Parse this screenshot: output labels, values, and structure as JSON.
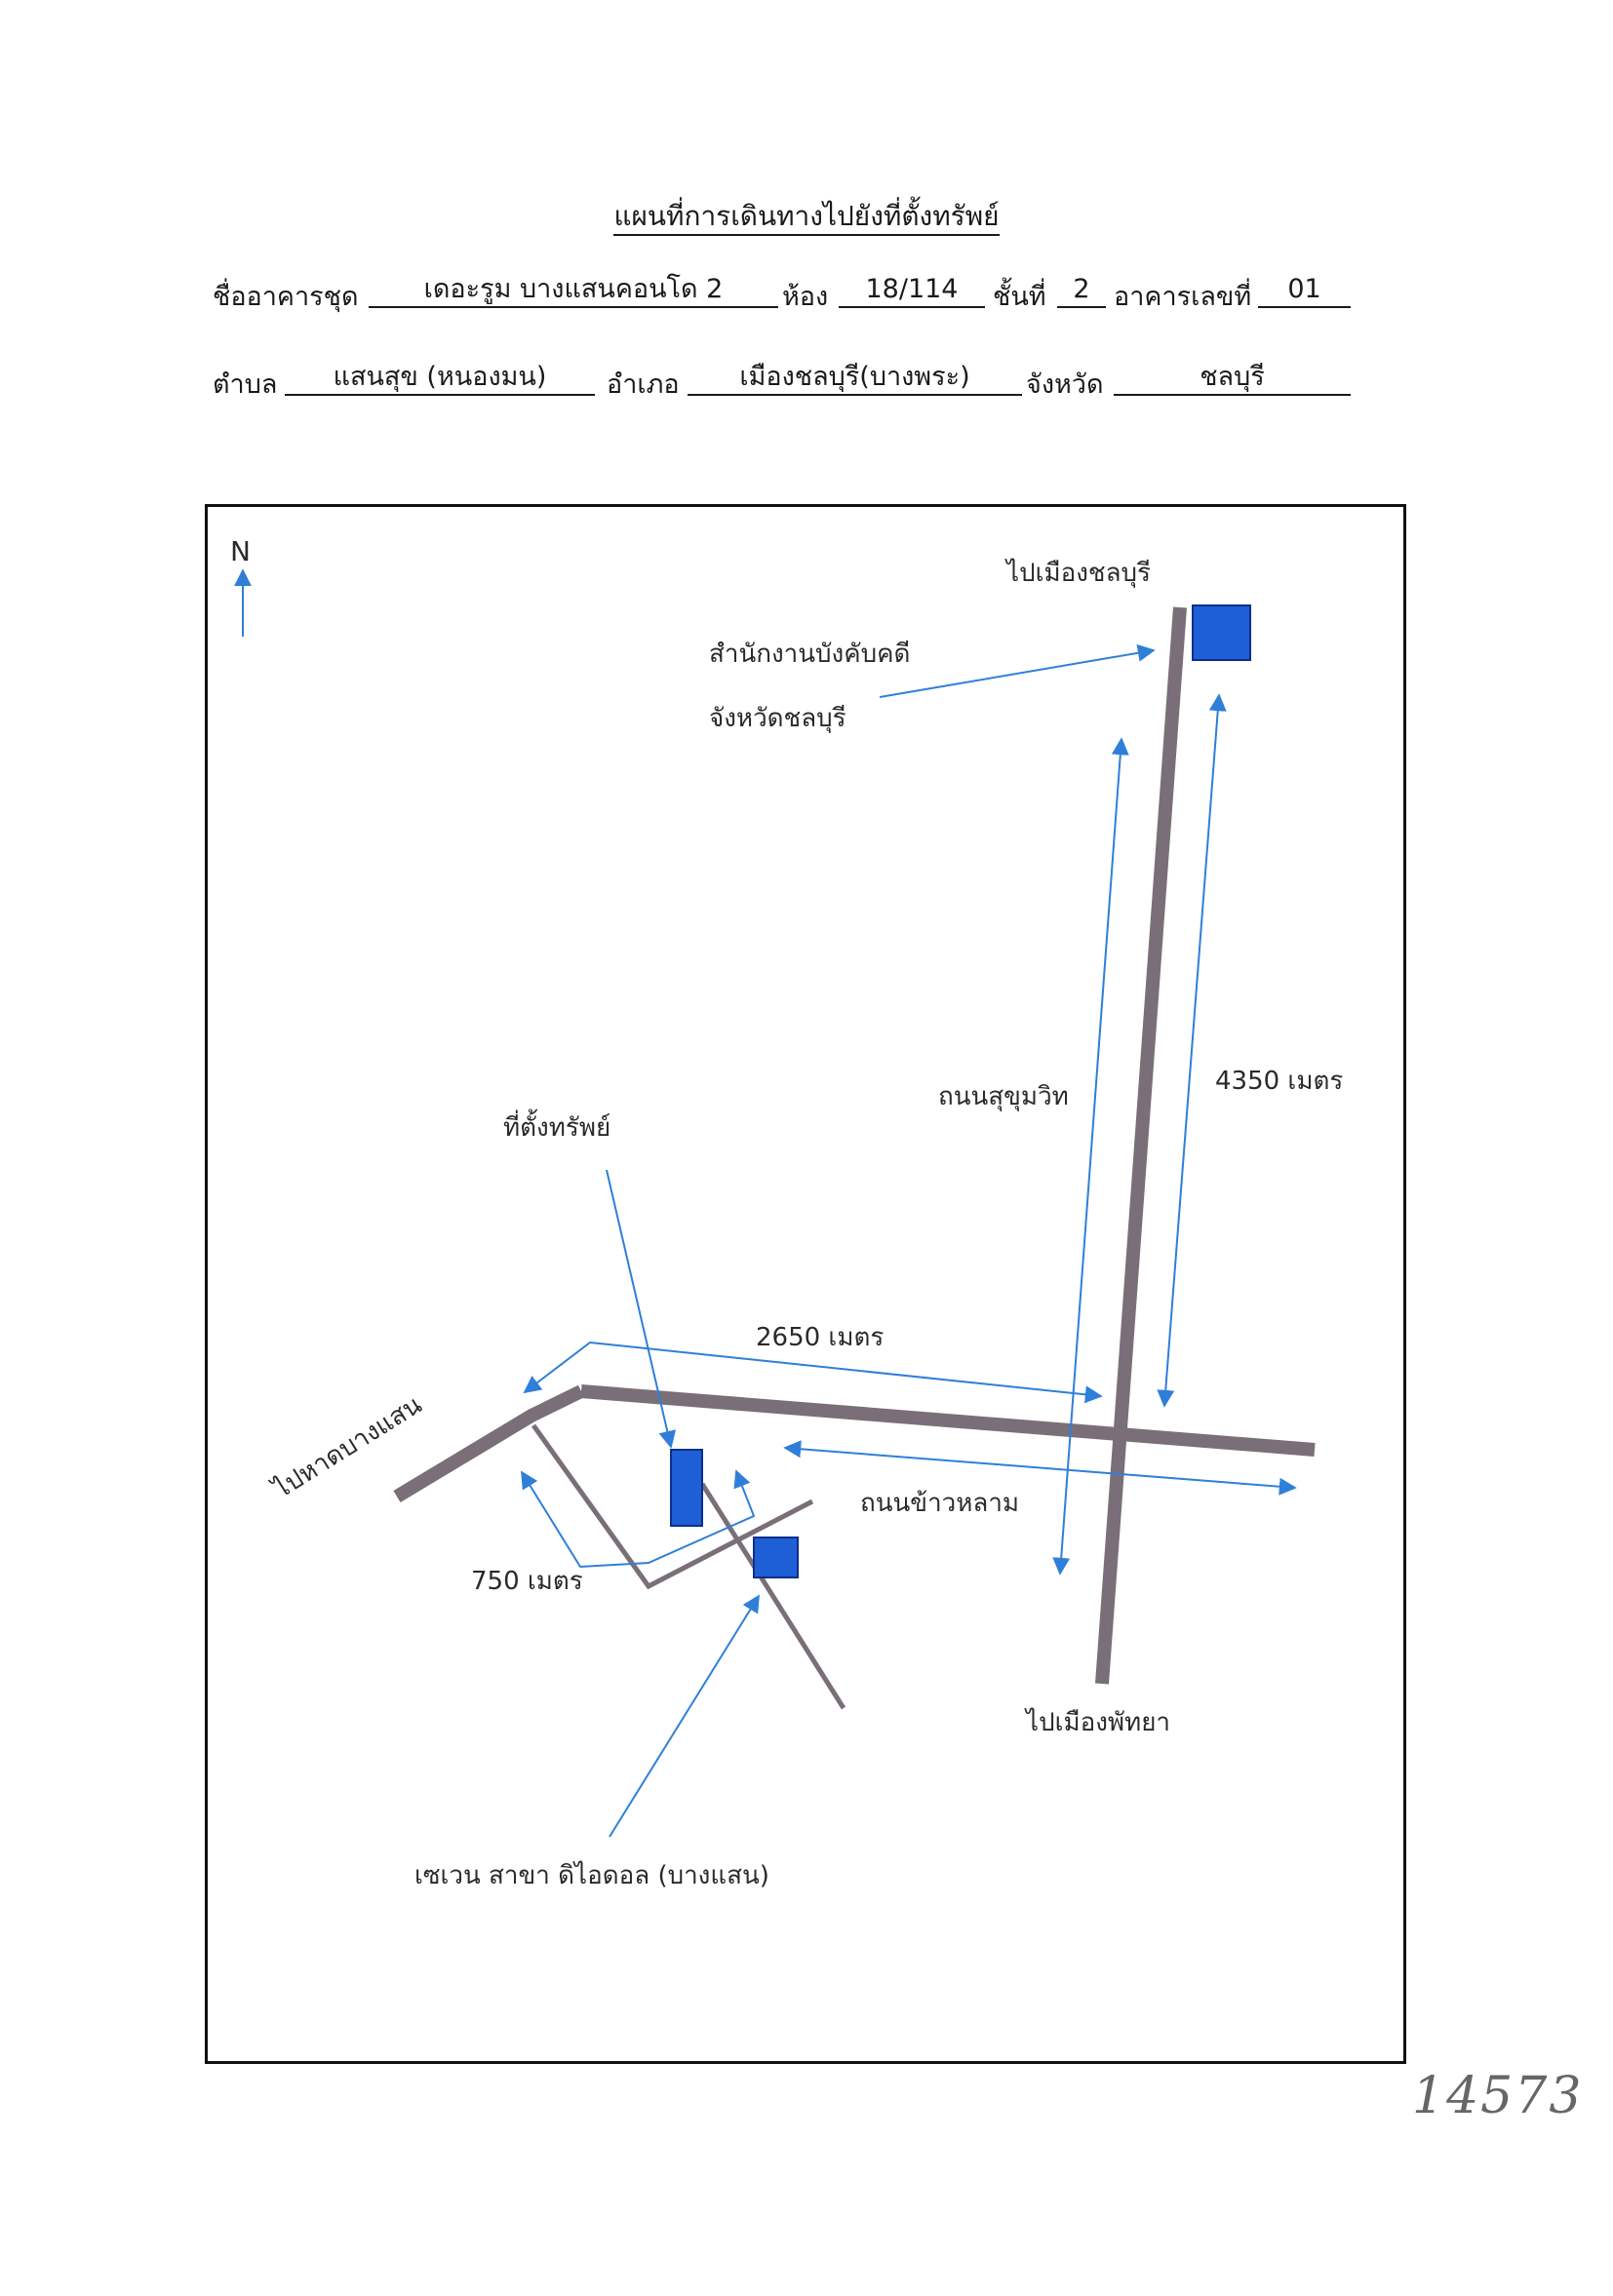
{
  "header": {
    "title": "แผนที่การเดินทางไปยังที่ตั้งทรัพย์",
    "building_label": "ชื่ออาคารชุด",
    "building_value": "เดอะรูม บางแสนคอนโด 2",
    "room_label": "ห้อง",
    "room_value": "18/114",
    "floor_label": "ชั้นที่",
    "floor_value": "2",
    "building_no_label": "อาคารเลขที่",
    "building_no_value": "01",
    "subdistrict_label": "ตำบล",
    "subdistrict_value": "แสนสุข (หนองมน)",
    "district_label": "อำเภอ",
    "district_value": "เมืองชลบุรี(บางพระ)",
    "province_label": "จังหวัด",
    "province_value": "ชลบุรี"
  },
  "map": {
    "north": "N",
    "to_chonburi": "ไปเมืองชลบุรี",
    "office_line1": "สำนักงานบังคับคดี",
    "office_line2": "จังหวัดชลบุรี",
    "sukhumvit_road": "ถนนสุขุมวิท",
    "dist_4350": "4350 เมตร",
    "property": "ที่ตั้งทรัพย์",
    "dist_2650": "2650 เมตร",
    "to_bangsaen_beach": "ไปหาดบางแสน",
    "khao_lam_road": "ถนนข้าวหลาม",
    "dist_750": "750 เมตร",
    "to_pattaya": "ไปเมืองพัทยา",
    "seven_eleven": "เซเวน สาขา ดิไอดอล (บางแสน)"
  },
  "handwritten_note": "14573",
  "colors": {
    "road": "#7a6f78",
    "arrow": "#2f7fd8",
    "building_fill": "#1f5fd6",
    "building_stroke": "#0b2f8a"
  }
}
